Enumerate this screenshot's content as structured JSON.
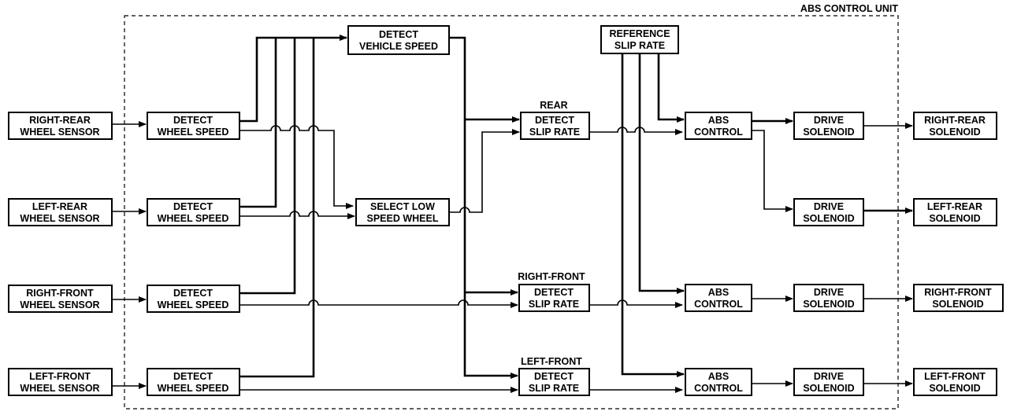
{
  "unit_label": "ABS CONTROL UNIT",
  "sensors": {
    "rr": [
      "RIGHT-REAR",
      "WHEEL SENSOR"
    ],
    "lr": [
      "LEFT-REAR",
      "WHEEL SENSOR"
    ],
    "rf": [
      "RIGHT-FRONT",
      "WHEEL SENSOR"
    ],
    "lf": [
      "LEFT-FRONT",
      "WHEEL SENSOR"
    ]
  },
  "detect_wheel_speed": [
    "DETECT",
    "WHEEL SPEED"
  ],
  "detect_vehicle_speed": [
    "DETECT",
    "VEHICLE SPEED"
  ],
  "select_low_speed_wheel": [
    "SELECT LOW",
    "SPEED WHEEL"
  ],
  "reference_slip_rate": [
    "REFERENCE",
    "SLIP RATE"
  ],
  "detect_slip_rate": [
    "DETECT",
    "SLIP RATE"
  ],
  "slip_labels": {
    "rear": "REAR",
    "rf": "RIGHT-FRONT",
    "lf": "LEFT-FRONT"
  },
  "abs_control": [
    "ABS",
    "CONTROL"
  ],
  "drive_solenoid": [
    "DRIVE",
    "SOLENOID"
  ],
  "solenoids": {
    "rr": [
      "RIGHT-REAR",
      "SOLENOID"
    ],
    "lr": [
      "LEFT-REAR",
      "SOLENOID"
    ],
    "rf": [
      "RIGHT-FRONT",
      "SOLENOID"
    ],
    "lf": [
      "LEFT-FRONT",
      "SOLENOID"
    ]
  }
}
